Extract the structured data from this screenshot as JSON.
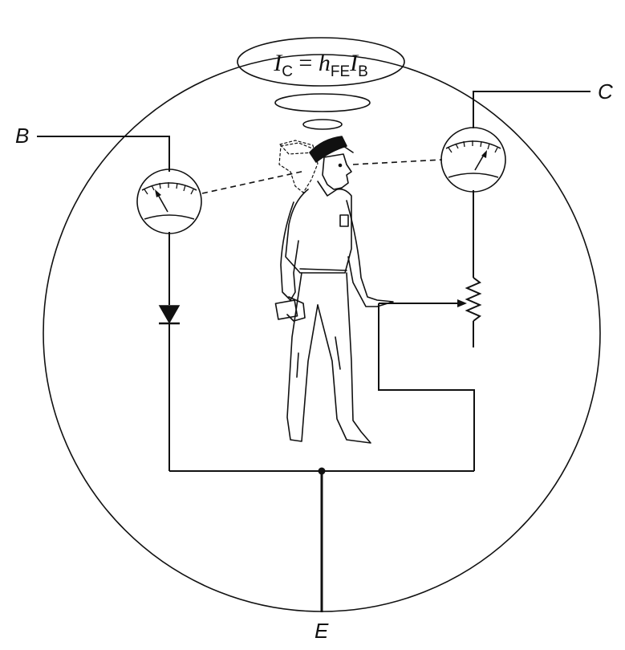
{
  "terminals": {
    "base": "B",
    "collector": "C",
    "emitter": "E"
  },
  "equation": {
    "lhs_var": "I",
    "lhs_sub": "C",
    "equals": " = ",
    "gain_var": "h",
    "gain_sub": "FE",
    "rhs_var": "I",
    "rhs_sub": "B"
  },
  "components": {
    "base_meter": "ammeter-icon",
    "collector_meter": "ammeter-icon",
    "diode": "diode-icon",
    "resistor": "variable-resistor-icon",
    "figure": "operator-figure-icon"
  },
  "colors": {
    "ink": "#111111",
    "background": "#ffffff"
  }
}
